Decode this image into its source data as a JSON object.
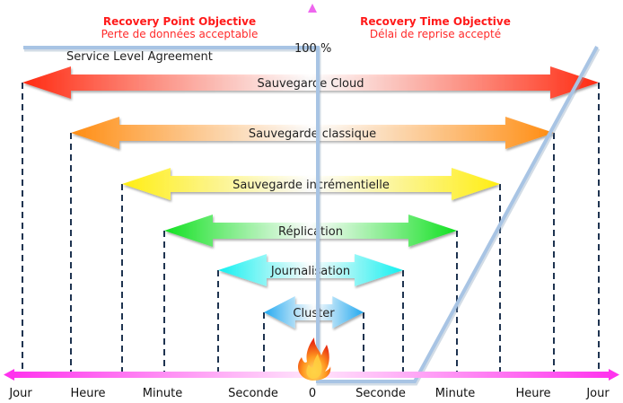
{
  "rpo": {
    "title": "Recovery Point Objective",
    "subtitle": "Perte de données acceptable"
  },
  "rto": {
    "title": "Recovery Time Objective",
    "subtitle": "Délai de reprise accepté"
  },
  "sla": {
    "label": "Service Level Agreement",
    "hundred_percent": "100 %"
  },
  "axis": {
    "center_label": "0",
    "left_ticks": [
      "Seconde",
      "Minute",
      "Heure",
      "Jour"
    ],
    "right_ticks": [
      "Seconde",
      "Minute",
      "Heure",
      "Jour"
    ]
  },
  "bands": [
    {
      "label": "Sauvegarde Cloud",
      "color": "#ff2a10",
      "rpo": "Jour",
      "rto": "Jour"
    },
    {
      "label": "Sauvegarde classique",
      "color": "#ff8c10",
      "rpo": "Heure",
      "rto": "Heure"
    },
    {
      "label": "Sauvegarde incrémentielle",
      "color": "#ffee10",
      "rpo": "Minute",
      "rto": "Minute-Heure"
    },
    {
      "label": "Réplication",
      "color": "#10e020",
      "rpo": "Minute",
      "rto": "Minute"
    },
    {
      "label": "Journalisation",
      "color": "#10f0f0",
      "rpo": "Seconde",
      "rto": "Seconde"
    },
    {
      "label": "Cluster",
      "color": "#20a8f0",
      "rpo": "Seconde",
      "rto": "Seconde"
    }
  ],
  "colors": {
    "axis": "#ff44ee",
    "sla_line": "#a8c4e4",
    "dashes": "#1e3350",
    "fire": "#ff6a10"
  }
}
